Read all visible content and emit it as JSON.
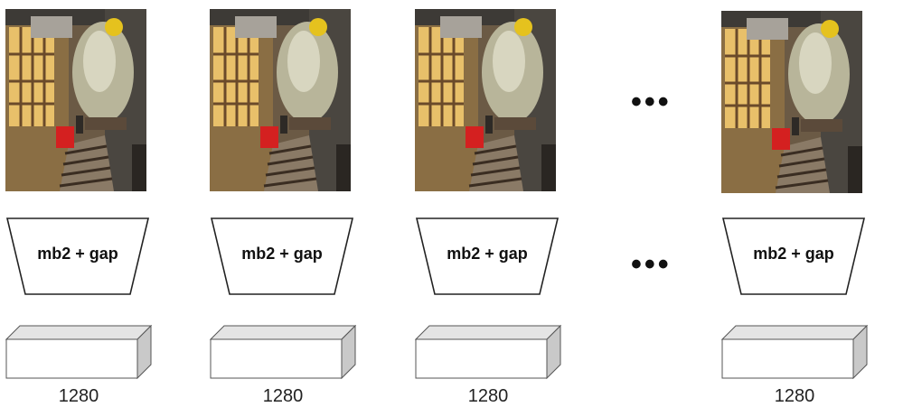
{
  "columns": [
    {
      "encoder_label": "mb2 + gap",
      "feature_dim": "1280"
    },
    {
      "encoder_label": "mb2 + gap",
      "feature_dim": "1280"
    },
    {
      "encoder_label": "mb2 + gap",
      "feature_dim": "1280"
    },
    {
      "encoder_label": "mb2 + gap",
      "feature_dim": "1280"
    }
  ],
  "ellipsis": "•••",
  "frame_icon": "industrial-scene-photo",
  "colors": {
    "box_face": "#ffffff",
    "box_top": "#e4e4e4",
    "box_side": "#c9c9c9",
    "stroke": "#555555"
  }
}
